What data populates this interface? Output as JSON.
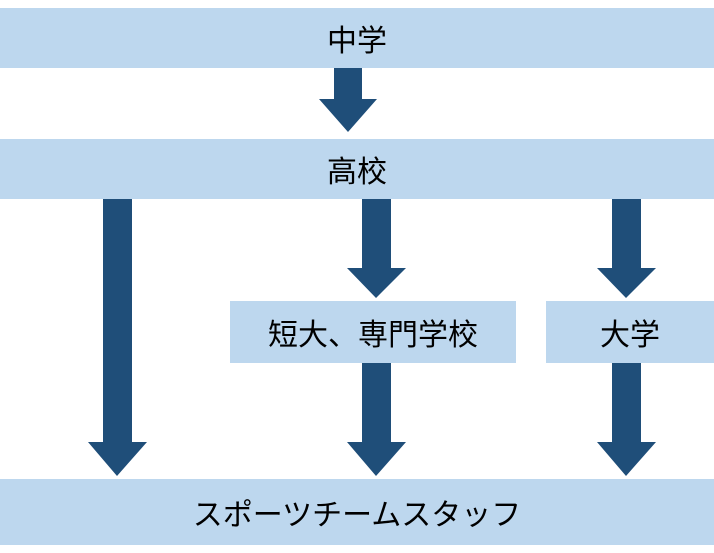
{
  "nodes": {
    "junior_high": "中学",
    "high_school": "高校",
    "college": "短大、専門学校",
    "university": "大学",
    "staff": "スポーツチームスタッフ"
  },
  "colors": {
    "box_fill": "#bdd7ee",
    "arrow_fill": "#1f4e79",
    "text": "#000000"
  },
  "edges": [
    {
      "from": "junior_high",
      "to": "high_school"
    },
    {
      "from": "high_school",
      "to": "staff"
    },
    {
      "from": "high_school",
      "to": "college"
    },
    {
      "from": "high_school",
      "to": "university"
    },
    {
      "from": "college",
      "to": "staff"
    },
    {
      "from": "university",
      "to": "staff"
    }
  ]
}
